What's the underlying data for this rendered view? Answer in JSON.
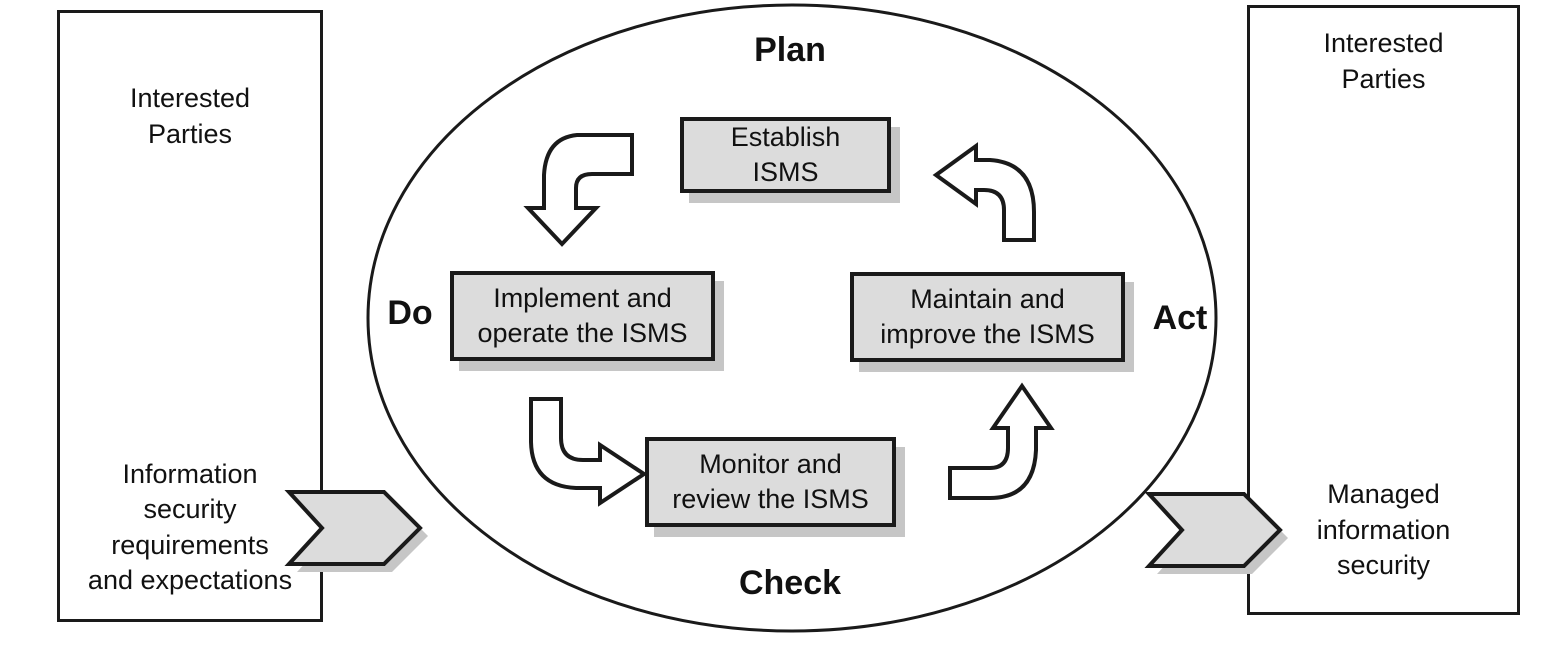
{
  "diagram": {
    "type": "pdca-isms-cycle",
    "pdca_labels": {
      "plan": "Plan",
      "do": "Do",
      "check": "Check",
      "act": "Act"
    },
    "left_panel": {
      "top_label": "Interested\nParties",
      "bottom_label": "Information\nsecurity\nrequirements\nand expectations"
    },
    "right_panel": {
      "top_label": "Interested\nParties",
      "bottom_label": "Managed\ninformation\nsecurity"
    },
    "nodes": {
      "establish": "Establish\nISMS",
      "implement": "Implement and\noperate the ISMS",
      "maintain": "Maintain and\nimprove the ISMS",
      "monitor": "Monitor and\nreview the ISMS"
    },
    "colors": {
      "node_fill": "#dcdcdc",
      "node_border": "#1a1a1a",
      "shadow": "#c6c6c6",
      "line": "#1a1a1a",
      "background": "#ffffff"
    }
  }
}
